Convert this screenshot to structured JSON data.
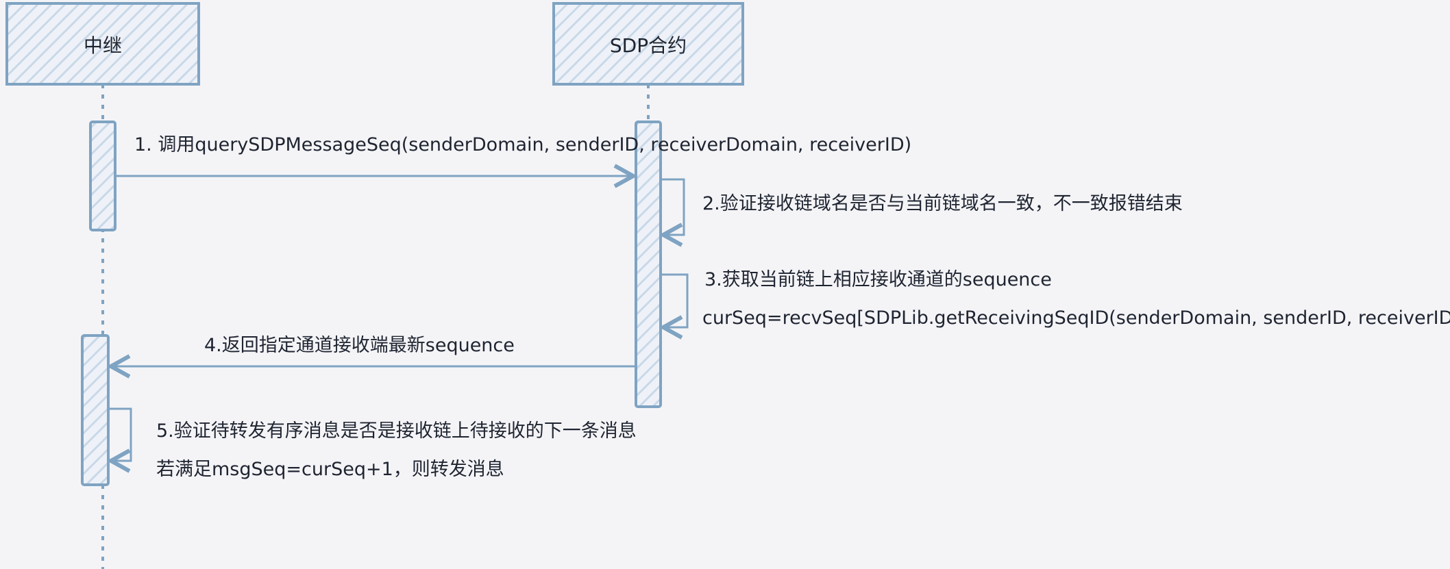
{
  "participants": {
    "relay": "中继",
    "sdp": "SDP合约"
  },
  "messages": {
    "m1": "1. 调用querySDPMessageSeq(senderDomain, senderID, receiverDomain, receiverID)",
    "m2": "2.验证接收链域名是否与当前链域名一致，不一致报错结束",
    "m3_line1": "3.获取当前链上相应接收通道的sequence",
    "m3_line2": "curSeq=recvSeq[SDPLib.getReceivingSeqID(senderDomain, senderID, receiverID)]",
    "m4": "4.返回指定通道接收端最新sequence",
    "m5_line1": "5.验证待转发有序消息是否是接收链上待接收的下一条消息",
    "m5_line2": "若满足msgSeq=curSeq+1，则转发消息"
  },
  "colors": {
    "stroke": "#7fa3c2",
    "hatch": "#c9d8e8",
    "text": "#1e2430",
    "background": "#f4f4f7"
  }
}
